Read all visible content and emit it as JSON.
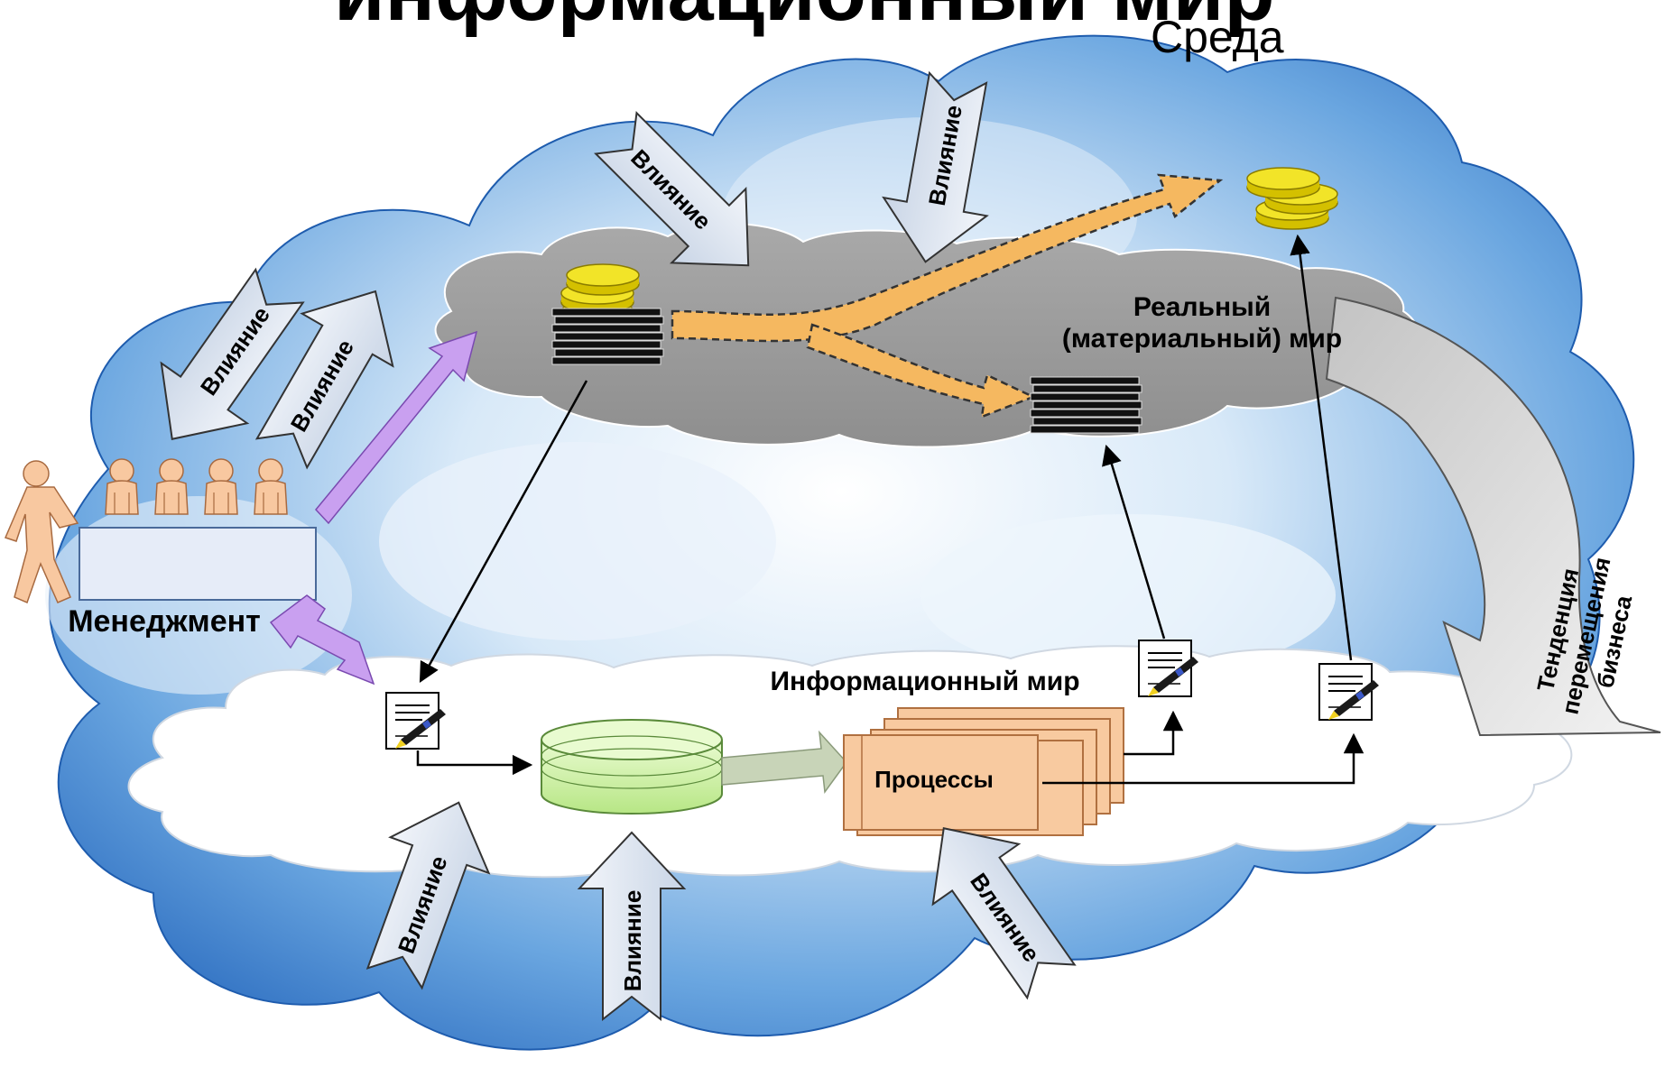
{
  "header": {
    "partial_title": "информационный мир",
    "environment_label": "Среда"
  },
  "worlds": {
    "real_world_line1": "Реальный",
    "real_world_line2": "(материальный) мир",
    "information_world": "Информационный мир"
  },
  "management": {
    "label": "Менеджмент"
  },
  "processes": {
    "label": "Процессы"
  },
  "trend": {
    "line1": "Тенденция",
    "line2": "перемещения",
    "line3": "бизнеса"
  },
  "influence": {
    "label": "Влияние"
  },
  "colors": {
    "sky_blue": "#2f7fd0",
    "real_world_gray": "#9b9b9b",
    "info_world_white": "#ffffff",
    "flow_orange": "#f5b860",
    "coin_yellow": "#f0e020",
    "management_arrow_violet": "#c9a0f0",
    "database_green": "#ccf0a0",
    "process_peach": "#f8caa0",
    "influence_arrow_fill": "#dde4ef"
  },
  "icons": {
    "people": "people-icon",
    "coins": "coins-icon",
    "documents": "document-stack-icon",
    "signed_doc": "signed-document-icon",
    "database": "database-icon"
  }
}
